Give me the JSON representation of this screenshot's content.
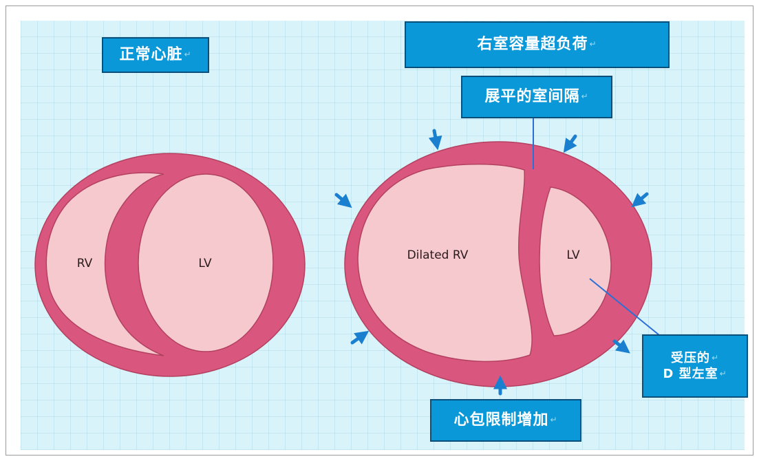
{
  "callouts": {
    "normal_heart": "正常心脏",
    "rv_volume_overload": "右室容量超负荷",
    "flattened_septum": "展平的室间隔",
    "compressed_lv_line1": "受压的",
    "compressed_lv_line2": "D 型左室",
    "pericardial_constraint": "心包限制增加"
  },
  "labels": {
    "normal_rv": "RV",
    "normal_lv": "LV",
    "dilated_rv": "Dilated RV",
    "overload_lv": "LV"
  },
  "colors": {
    "myocardium": "#d9577f",
    "chamber_fill": "#f6c9cf",
    "callout_bg": "#0a98d8",
    "arrow": "#1a7fcf",
    "leader_line": "#2a6fd6",
    "panel_bg": "#d8f3fa"
  },
  "icons": {
    "pressure_arrow": "arrow-icon"
  }
}
